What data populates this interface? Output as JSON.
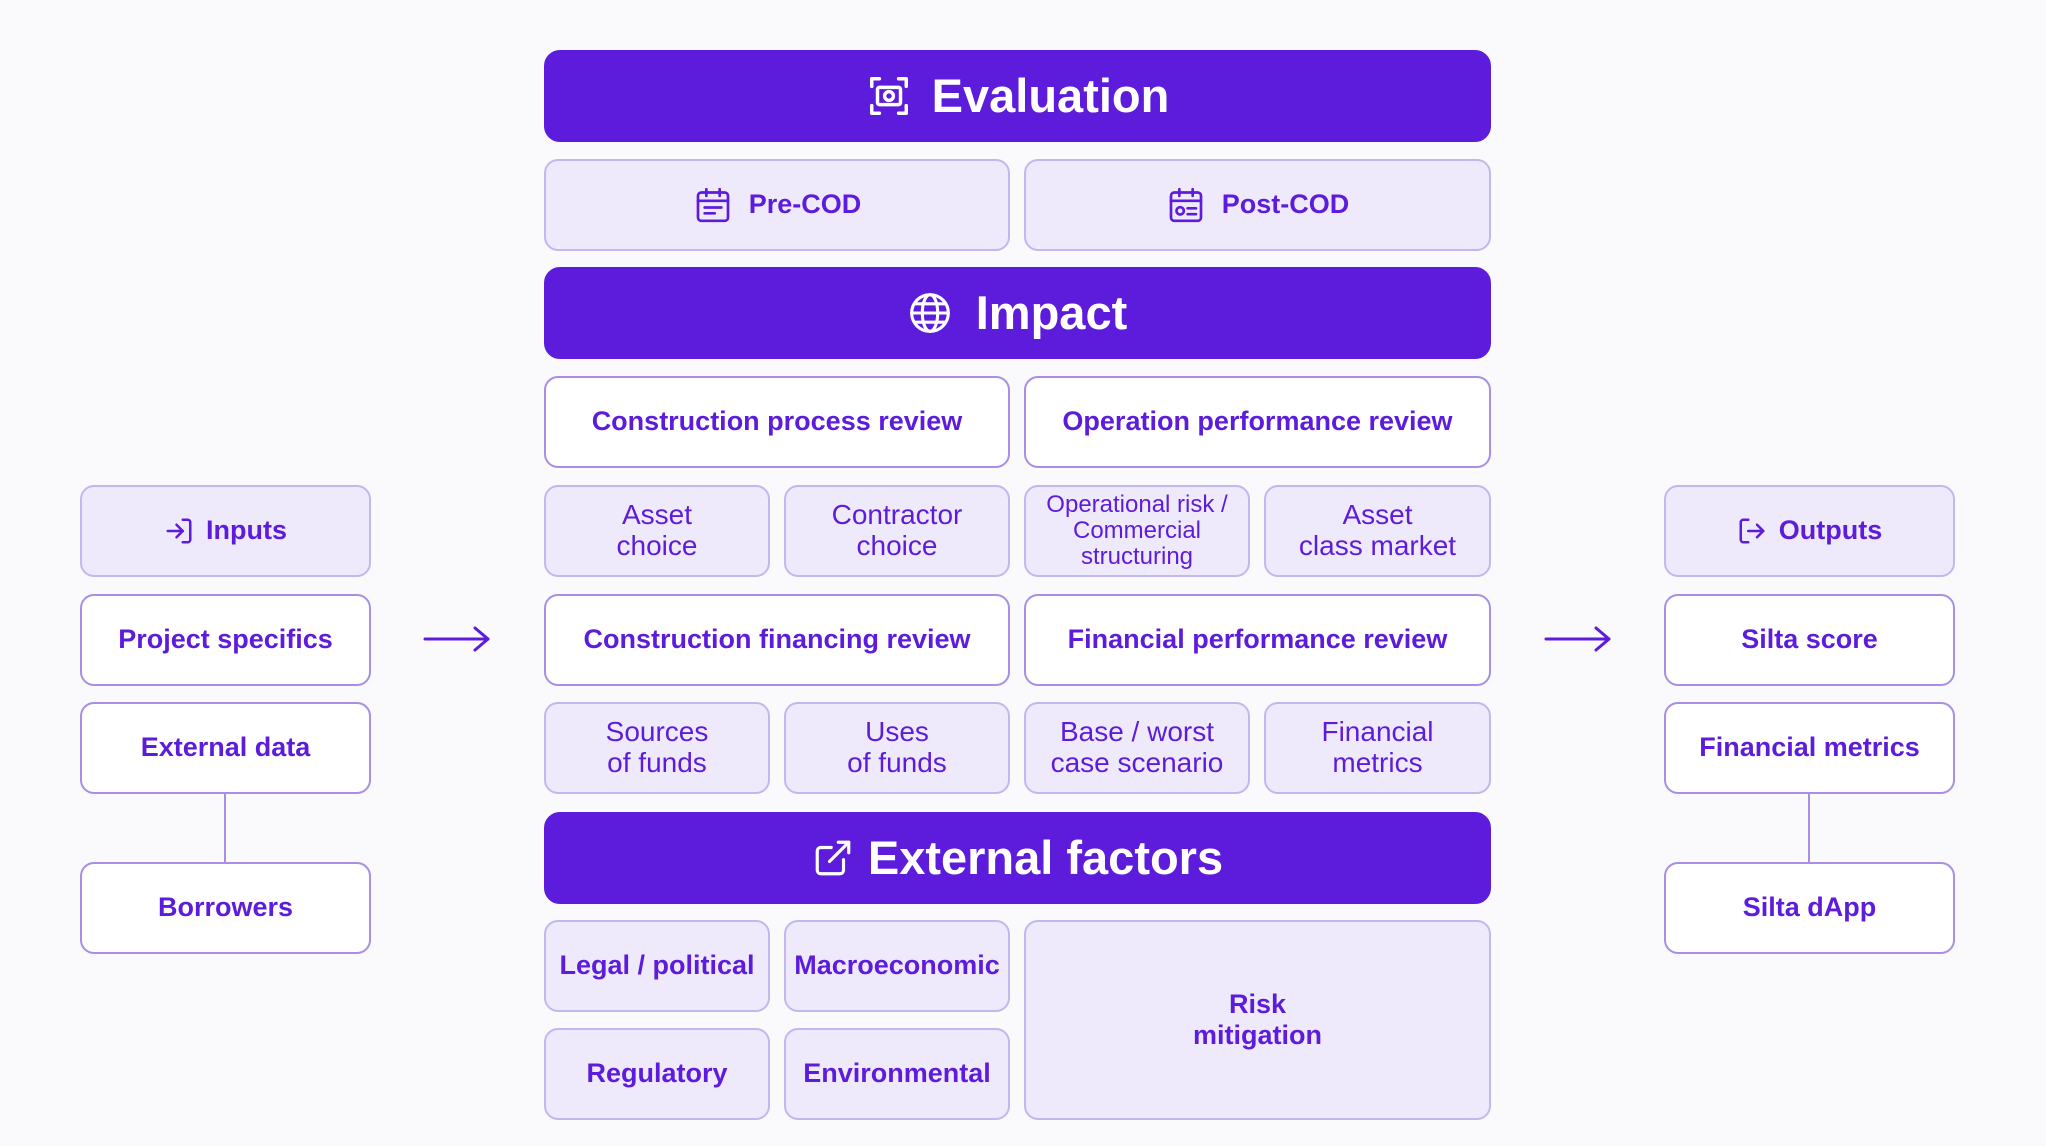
{
  "inputs": {
    "header": "Inputs",
    "items": [
      "Project specifics",
      "External data",
      "Borrowers"
    ]
  },
  "outputs": {
    "header": "Outputs",
    "items": [
      "Silta score",
      "Financial metrics",
      "Silta dApp"
    ]
  },
  "evaluation": {
    "title": "Evaluation",
    "phases": [
      "Pre-COD",
      "Post-COD"
    ]
  },
  "impact": {
    "title": "Impact",
    "reviews": {
      "construction_process": "Construction process review",
      "operation_performance": "Operation performance review",
      "construction_financing": "Construction financing review",
      "financial_performance": "Financial performance review"
    },
    "process_items": [
      "Asset\nchoice",
      "Contractor\nchoice",
      "Operational risk /\nCommercial\nstructuring",
      "Asset\nclass market"
    ],
    "financing_items": [
      "Sources\nof funds",
      "Uses\nof funds",
      "Base / worst\ncase scenario",
      "Financial\nmetrics"
    ]
  },
  "external_factors": {
    "title": "External factors",
    "items": [
      "Legal / political",
      "Macroeconomic",
      "Regulatory",
      "Environmental"
    ],
    "risk_mitigation": "Risk\nmitigation"
  },
  "icons": {
    "evaluation": "focus-camera-icon",
    "pre_cod": "calendar-icon",
    "post_cod": "calendar-check-icon",
    "impact": "globe-icon",
    "external": "external-link-icon",
    "inputs": "login-arrow-icon",
    "outputs": "logout-arrow-icon",
    "flow": "right-arrow-icon"
  },
  "colors": {
    "primary": "#5d1cdb",
    "light_fill": "#eeeafb",
    "border": "#a88ee8",
    "background": "#fafafc"
  }
}
